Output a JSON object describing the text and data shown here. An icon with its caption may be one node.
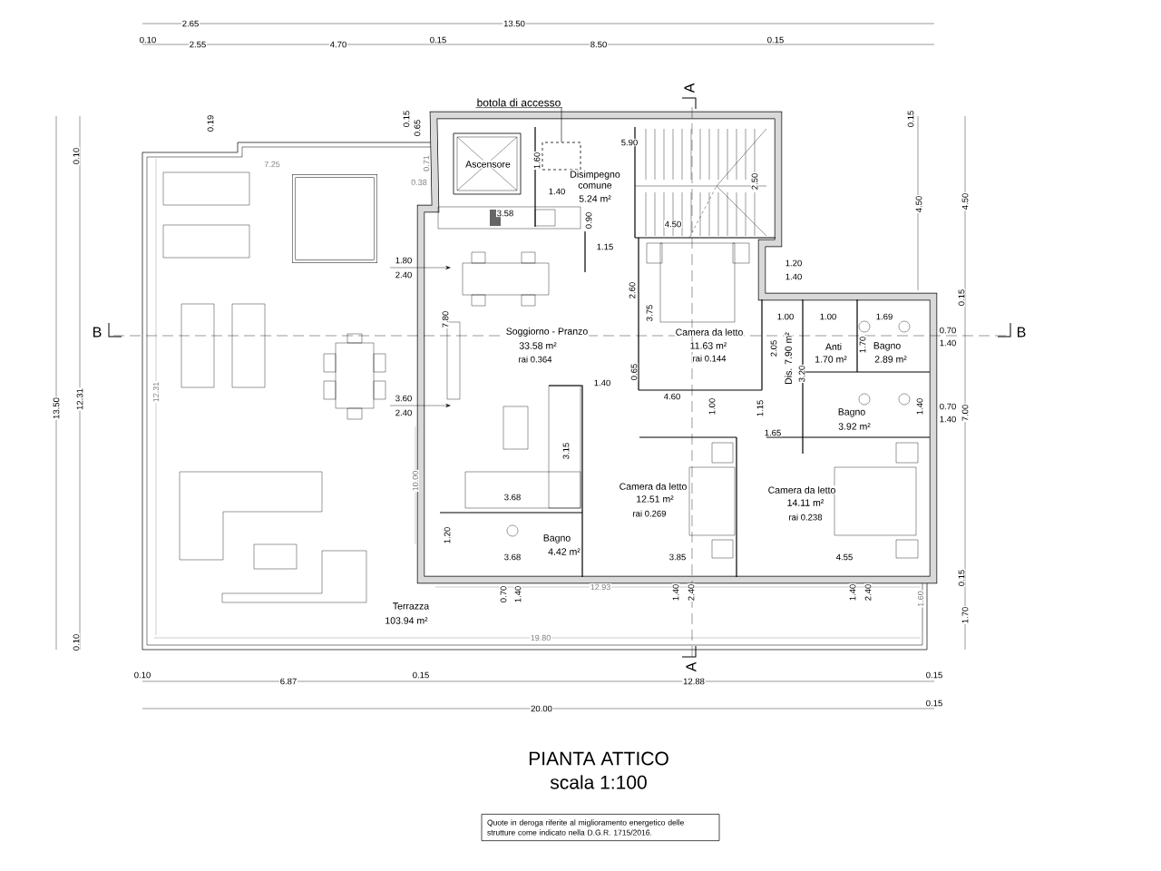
{
  "diagram": {
    "title": "PIANTA ATTICO",
    "caption": "scala 1:100",
    "nodes": [
      {
        "text": [
          "Quote in deroga riferite al miglioramento energetico delle strutture come indicato nella D.G.R. 1715/2016."
        ]
      },
      {
        "text": [
          "botola di accesso"
        ]
      },
      {
        "text": [],
        "shape": "box"
      }
    ],
    "edges": [
      {
        "from": 1,
        "to": 2,
        "arrow": "none"
      }
    ],
    "labels": [
      "2.65",
      "13.50",
      "0.10",
      "2.55",
      "4.70",
      "0.15",
      "8.50",
      "0.15",
      "A",
      "0.19",
      "0.15",
      "0.65",
      "0.10",
      "7.25",
      "0.71",
      "0.38",
      "Ascensore",
      "1.60",
      "5.90",
      "Disimpegno comune",
      "5.24 m²",
      "1.40",
      "3.58",
      "0.90",
      "4.50",
      "2.50",
      "0.15",
      "4.50",
      "4.50",
      "1.15",
      "1.80",
      "2.40",
      "1.20",
      "1.40",
      "7.80",
      "2.60",
      "3.75",
      "0.15",
      "1.00",
      "1.00",
      "1.69",
      "B",
      "Soggiorno - Pranzo",
      "Camera da letto",
      "B",
      "0.70",
      "33.58 m²",
      "11.63 m²",
      "Anti",
      "Bagno",
      "1.40",
      "2.05",
      "Dis. 7.90 m²",
      "1.70",
      "rai 0.364",
      "rai 0.144",
      "1.70 m²",
      "2.89 m²",
      "0.65",
      "3.20",
      "1.40",
      "4.60",
      "1.40",
      "0.70",
      "3.60",
      "2.40",
      "12.31",
      "13.50",
      "12.31",
      "1.00",
      "1.15",
      "Bagno",
      "7.00",
      "1.40",
      "3.92 m²",
      "1.65",
      "3.15",
      "10.00",
      "Camera da letto",
      "Camera da letto",
      "3.68",
      "12.51 m²",
      "14.11 m²",
      "rai 0.269",
      "rai 0.238",
      "1.20",
      "Bagno",
      "4.42 m²",
      "3.68",
      "3.85",
      "4.55",
      "0.15",
      "12.93",
      "0.70",
      "1.40",
      "1.40",
      "2.40",
      "1.40",
      "2.40",
      "1.60",
      "Terrazza",
      "1.70",
      "103.94 m²",
      "19.80",
      "0.10",
      "A",
      "0.10",
      "6.87",
      "0.15",
      "12.88",
      "0.15",
      "20.00",
      "0.15"
    ]
  }
}
